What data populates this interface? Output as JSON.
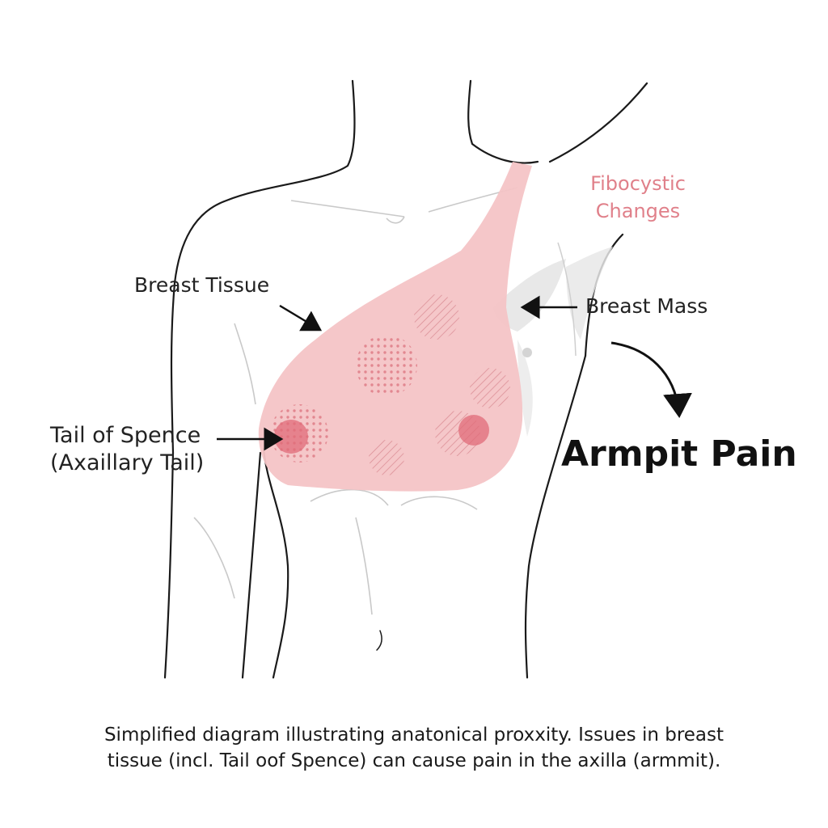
{
  "labels": {
    "fibrocystic_line1": "Fibocystic",
    "fibrocystic_line2": "Changes",
    "breast_tissue": "Breast Tissue",
    "breast_mass": "Breast Mass",
    "tail_line1": "Tail of Spence",
    "tail_line2": "(Axaillary Tail)",
    "armpit_pain": "Armpit Pain"
  },
  "caption": {
    "line1": "Simplified diagram illustrating anatonical proxxity. Issues in breast",
    "line2": "tissue (incl.  Tail oof Spence) can cause pain in the axilla (armmit)."
  },
  "colors": {
    "outline": "#1a1a1a",
    "tissue_fill": "#f4c4c6",
    "accent_pink": "#e0808a",
    "mass_red": "#e06b78",
    "muscle_gray": "#d9d9d9"
  },
  "icons": {
    "arrow": "arrow-icon",
    "curved_arrow": "curved-arrow-icon"
  }
}
